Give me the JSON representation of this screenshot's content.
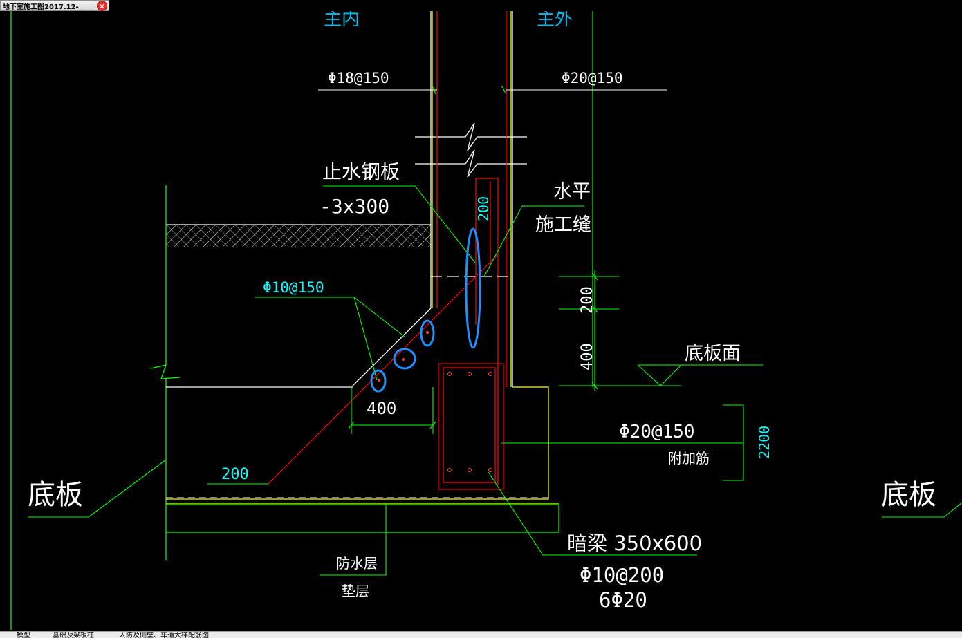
{
  "window": {
    "tab_title": "地下室施工图2017.12-",
    "close_icon": "close-icon"
  },
  "colors": {
    "background": "#000000",
    "white_lines": "#ffffff",
    "green_lines": "#00ff00",
    "yellow_lines": "#ffff00",
    "red_lines": "#ff0000",
    "cyan_text": "#00ffff",
    "highlight": "#1e90ff"
  },
  "drawing": {
    "top_left_label": "主内",
    "top_right_label": "主外",
    "rebar_left": "Φ18@150",
    "rebar_right": "Φ20@150",
    "waterstop_title": "止水钢板",
    "waterstop_size": "-3x300",
    "dim_200_vertical": "200",
    "joint_line1": "水平",
    "joint_line2": "施工缝",
    "dim_200_right": "200",
    "dim_400_right": "400",
    "slab_top_label": "底板面",
    "stirrup_label": "Φ10@150",
    "dim_400_bottom": "400",
    "dim_200_diag": "200",
    "add_rebar_label": "Φ20@150",
    "add_rebar_note": "附加筋",
    "dim_2200": "2200",
    "left_slab_label": "底板",
    "right_slab_label": "底板",
    "waterproof_label": "防水层",
    "cushion_label": "垫层",
    "hidden_beam_label": "暗梁 350x600",
    "hidden_beam_stirrup": "Φ10@200",
    "hidden_beam_main": "6Φ20"
  },
  "layout_tabs": [
    "模型",
    "基础及梁板柱",
    "人防及侧壁、车道大样配筋图"
  ]
}
